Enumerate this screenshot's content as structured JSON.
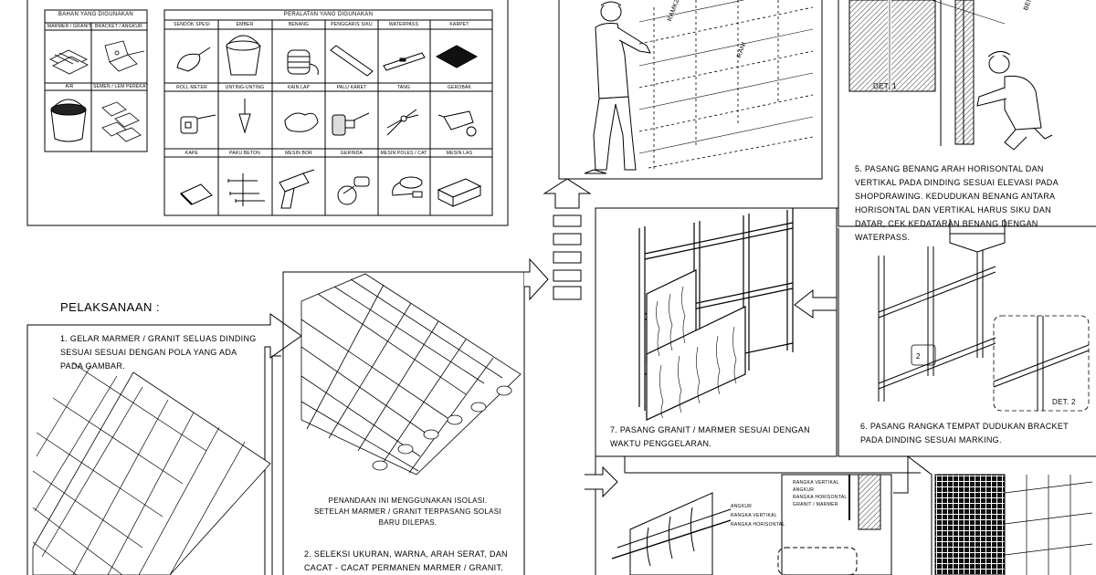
{
  "materials": {
    "title": "BAHAN YANG DIGUNAKAN",
    "items": [
      "MARMER / GRANIT",
      "BRACKET / ANGKUR",
      "AIR",
      "SEMEN / LEM PEREKAT"
    ]
  },
  "tools": {
    "title": "PERALATAN YANG DIGUNAKAN",
    "items": [
      "SENDOK SPESI",
      "EMBER",
      "BENANG",
      "PENGGARIS SIKU",
      "WATERPASS",
      "KARPET",
      "ROLL METER",
      "UNTING-UNTING",
      "KAIN LAP",
      "PALU KARET",
      "TANG",
      "GEROBAK",
      "KAPE",
      "PAKU BETON",
      "MESIN BOR",
      "GERINDA",
      "MESIN POLES / CAT",
      "MESIN LAS"
    ]
  },
  "section_title": "PELAKSANAAN :",
  "steps": {
    "s1": "1.  GELAR MARMER / GRANIT SELUAS DINDING SESUAI SESUAI DENGAN POLA YANG ADA PADA GAMBAR.",
    "note": "PENANDAAN INI MENGGUNAKAN ISOLASI. SETELAH MARMER / GRANIT TERPASANG SOLASI BARU DILEPAS.",
    "s2": "2.  SELEKSI UKURAN, WARNA, ARAH SERAT, DAN CACAT - CACAT PERMANEN MARMER / GRANIT.",
    "s5": "5.  PASANG BENANG ARAH HORISONTAL DAN VERTIKAL PADA DINDING SESUAI ELEVASI PADA SHOPDRAWING. KEDUDUKAN BENANG ANTARA HORISONTAL DAN VERTIKAL HARUS SIKU DAN DATAR, CEK KEDATARAN BENANG DENGAN WATERPASS.",
    "s6": "6.  PASANG RANGKA TEMPAT DUDUKAN BRACKET PADA DINDING SESUAI MARKING.",
    "s7": "7.  PASANG GRANIT / MARMER SESUAI DENGAN WAKTU PENGGELARAN."
  },
  "labels": {
    "ramkz": "RAMKZ",
    "rani": "RANI",
    "benang": "BENANG",
    "det1": "DET. 1",
    "det2": "DET. 2",
    "num2": "2",
    "section_labels": [
      "RANGKA VERTIKAL",
      "ANGKUR",
      "RANGKA HORISONTAL",
      "GRANIT / MARMER"
    ],
    "side_labels": [
      "ANGKUR",
      "RANGKA VERTIKAL",
      "RANGKA HORISONTAL"
    ]
  }
}
